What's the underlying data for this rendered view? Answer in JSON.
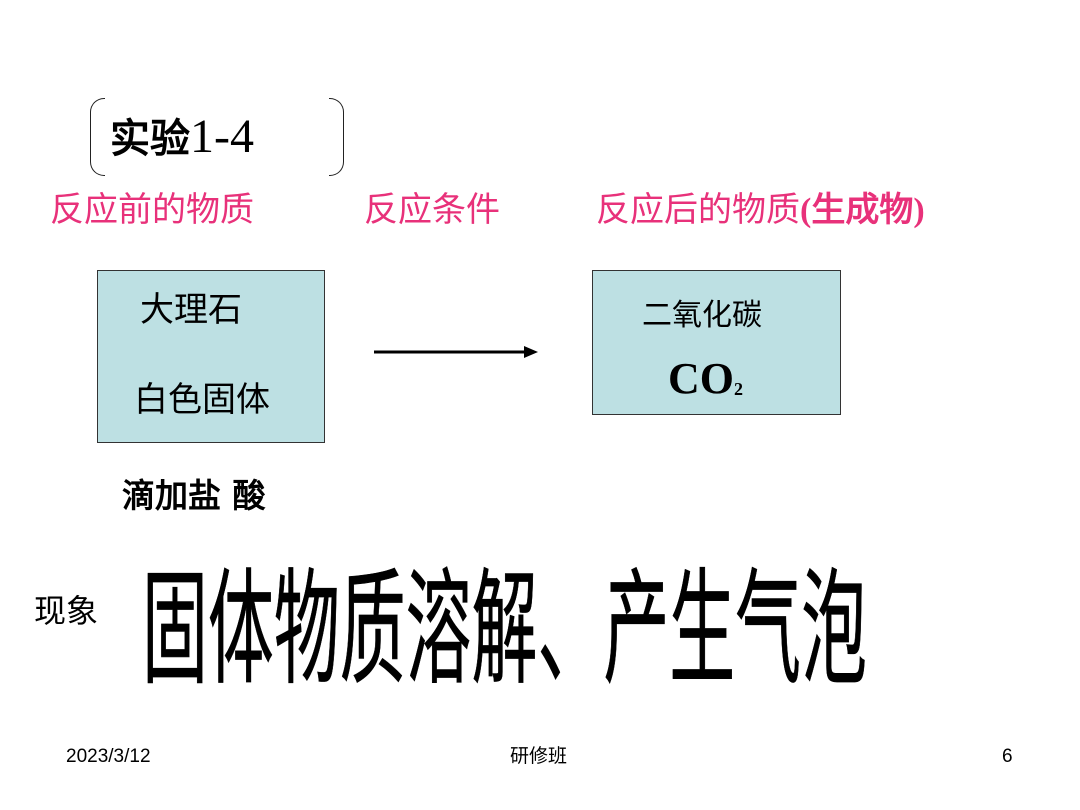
{
  "experiment": {
    "label_cn": "实验",
    "label_num": "1-4"
  },
  "headers": {
    "before": "反应前的物质",
    "condition": "反应条件",
    "after_main": "反应后的物质",
    "after_paren": "(生成物)"
  },
  "reactant": {
    "line1": "大理石",
    "line2": "白色固体"
  },
  "product": {
    "name": "二氧化碳",
    "formula_main": "CO",
    "formula_sub": "2"
  },
  "condition_text": "滴加盐 酸",
  "phenomenon": {
    "label": "现象",
    "text": "固体物质溶解、产生气泡"
  },
  "footer": {
    "date": "2023/3/12",
    "center": "研修班",
    "page": "6"
  },
  "colors": {
    "header": "#e8317a",
    "box_fill": "#bde0e3"
  }
}
